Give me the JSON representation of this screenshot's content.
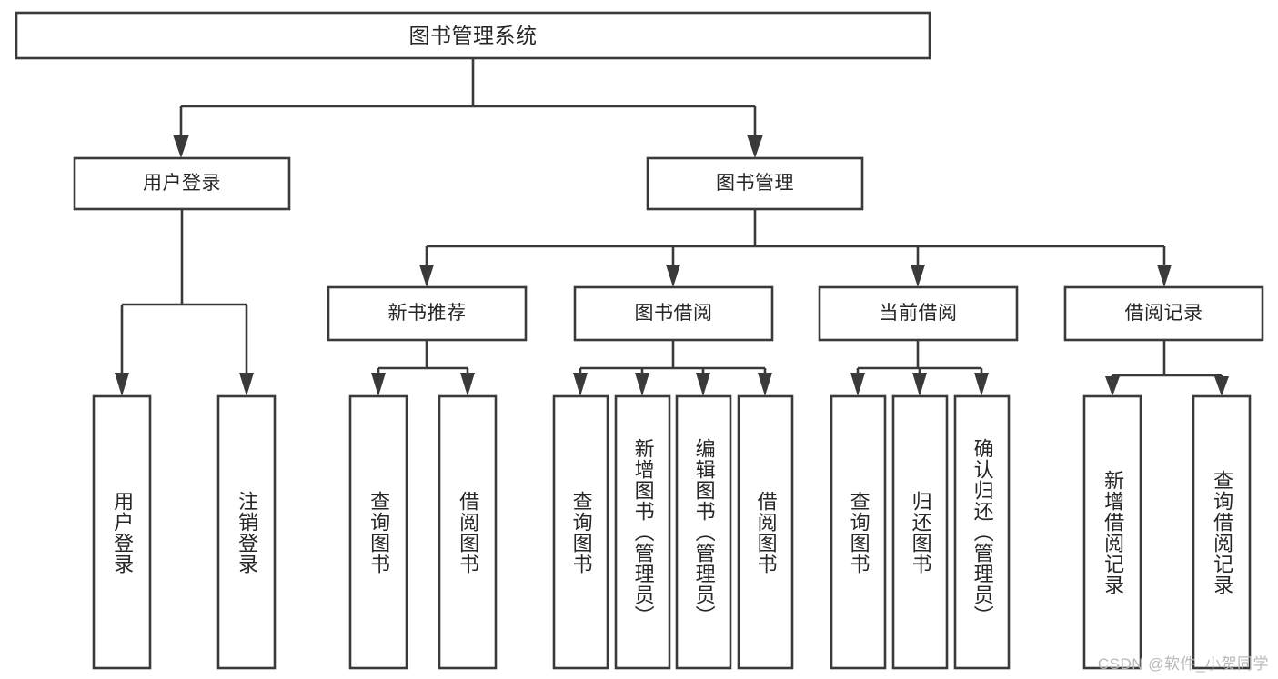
{
  "diagram": {
    "title": "图书管理系统",
    "watermark": "CSDN @软件_小贺同学",
    "root": {
      "id": "root",
      "label": "图书管理系统",
      "orientation": "horizontal"
    },
    "level2": [
      {
        "id": "user-login",
        "label": "用户登录",
        "orientation": "horizontal"
      },
      {
        "id": "book-management",
        "label": "图书管理",
        "orientation": "horizontal"
      }
    ],
    "level3": [
      {
        "id": "new-book-recommend",
        "label": "新书推荐",
        "orientation": "horizontal",
        "parent": "book-management"
      },
      {
        "id": "book-borrow",
        "label": "图书借阅",
        "orientation": "horizontal",
        "parent": "book-management"
      },
      {
        "id": "current-borrow",
        "label": "当前借阅",
        "orientation": "horizontal",
        "parent": "book-management"
      },
      {
        "id": "borrow-record",
        "label": "借阅记录",
        "orientation": "horizontal",
        "parent": "book-management"
      }
    ],
    "leaves": [
      {
        "id": "leaf-user-login",
        "label": "用户登录",
        "orientation": "vertical",
        "parent": "user-login"
      },
      {
        "id": "leaf-user-logout",
        "label": "注销登录",
        "orientation": "vertical",
        "parent": "user-login"
      },
      {
        "id": "leaf-query-book-1",
        "label": "查询图书",
        "orientation": "vertical",
        "parent": "new-book-recommend"
      },
      {
        "id": "leaf-borrow-book-1",
        "label": "借阅图书",
        "orientation": "vertical",
        "parent": "new-book-recommend"
      },
      {
        "id": "leaf-query-book-2",
        "label": "查询图书",
        "orientation": "vertical",
        "parent": "book-borrow"
      },
      {
        "id": "leaf-add-book",
        "label": "新增图书（管理员）",
        "orientation": "vertical",
        "parent": "book-borrow"
      },
      {
        "id": "leaf-edit-book",
        "label": "编辑图书（管理员）",
        "orientation": "vertical",
        "parent": "book-borrow"
      },
      {
        "id": "leaf-borrow-book-2",
        "label": "借阅图书",
        "orientation": "vertical",
        "parent": "book-borrow"
      },
      {
        "id": "leaf-query-book-3",
        "label": "查询图书",
        "orientation": "vertical",
        "parent": "current-borrow"
      },
      {
        "id": "leaf-return-book",
        "label": "归还图书",
        "orientation": "vertical",
        "parent": "current-borrow"
      },
      {
        "id": "leaf-confirm-return",
        "label": "确认归还（管理员）",
        "orientation": "vertical",
        "parent": "current-borrow"
      },
      {
        "id": "leaf-add-record",
        "label": "新增借阅记录",
        "orientation": "vertical",
        "parent": "borrow-record"
      },
      {
        "id": "leaf-query-record",
        "label": "查询借阅记录",
        "orientation": "vertical",
        "parent": "borrow-record"
      }
    ],
    "colors": {
      "stroke": "#3a3a3a",
      "fill": "#ffffff",
      "text": "#262626",
      "watermark": "#b9b9b9"
    }
  }
}
